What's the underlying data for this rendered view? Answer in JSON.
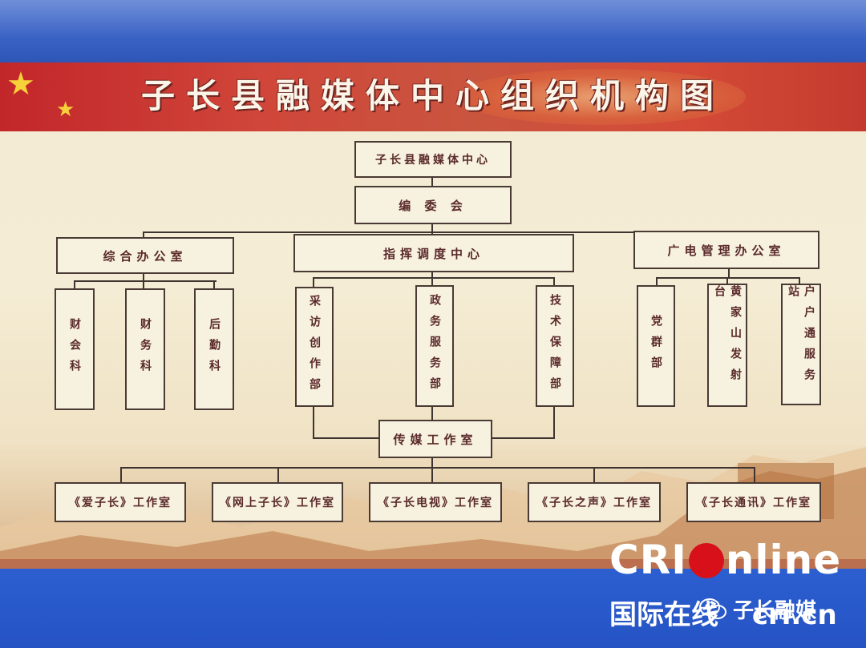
{
  "chart": {
    "title": "子长县融媒体中心组织机构图",
    "root": "子长县融媒体中心",
    "committee": "编 委 会",
    "departments": [
      {
        "name": "综合办公室",
        "units": [
          "财会科",
          "财务科",
          "后勤科"
        ]
      },
      {
        "name": "指挥调度中心",
        "units": [
          "采访创作部",
          "政务服务部",
          "技术保障部"
        ]
      },
      {
        "name": "广电管理办公室",
        "units": [
          "党群部",
          "黄家山发射台",
          "户户通服务站"
        ]
      }
    ],
    "studio": "传媒工作室",
    "studios": [
      "《爱子长》工作室",
      "《网上子长》工作室",
      "《子长电视》工作室",
      "《子长之声》工作室",
      "《子长通讯》工作室"
    ]
  },
  "watermark": {
    "brand_left": "CR",
    "brand_right": "nline",
    "sub": "国际在线",
    "domain": "cri.cn",
    "wechat_account": "子长融媒"
  }
}
